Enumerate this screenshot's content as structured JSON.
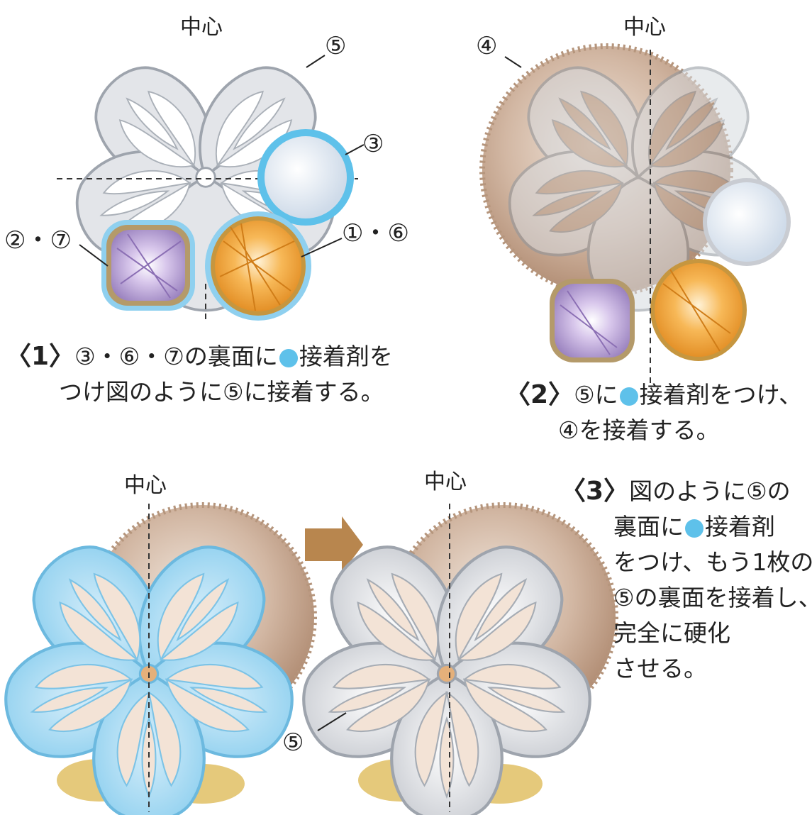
{
  "colors": {
    "glue": "#5ec1ea",
    "silver": "#d8dade",
    "silver_stroke": "#9ea4ad",
    "bronze": "#c9ab96",
    "amethyst": "#b9a1d6",
    "citrine": "#f2a43c",
    "pearl": "#e8eef6",
    "arrow": "#b8864e"
  },
  "labels": {
    "center": "中心",
    "p5": "⑤",
    "p3": "③",
    "p4": "④",
    "p27": "②・⑦",
    "p16": "①・⑥"
  },
  "steps": [
    {
      "mark": "〈1〉",
      "line1_pre": "③・⑥・⑦の裏面に",
      "line1_post": "接着剤を",
      "line2": "つけ図のように⑤に接着する。"
    },
    {
      "mark": "〈2〉",
      "line1_pre": "⑤に",
      "line1_post": "接着剤をつけ、",
      "line2": "④を接着する。"
    },
    {
      "mark": "〈3〉",
      "line1": "図のように⑤の",
      "line2_pre": "裏面に",
      "line2_post": "接着剤",
      "line3": "をつけ、もう1枚の",
      "line4": "⑤の裏面を接着し、",
      "line5": "完全に硬化",
      "line6": "させる。"
    }
  ]
}
